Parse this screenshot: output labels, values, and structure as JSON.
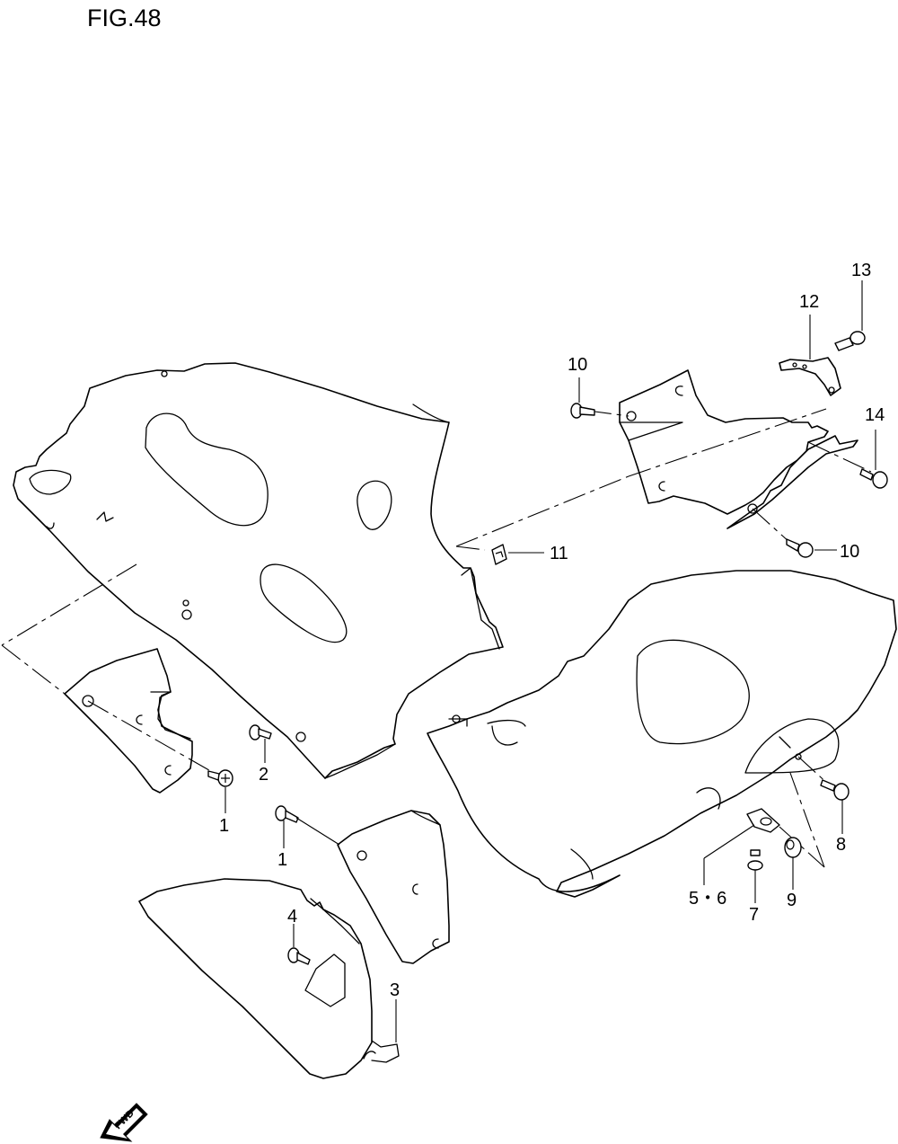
{
  "figure": {
    "title": "FIG.48",
    "fwd_label": "FWD"
  },
  "callouts": [
    {
      "id": "c1a",
      "text": "1"
    },
    {
      "id": "c1b",
      "text": "1"
    },
    {
      "id": "c2",
      "text": "2"
    },
    {
      "id": "c3",
      "text": "3"
    },
    {
      "id": "c4",
      "text": "4"
    },
    {
      "id": "c56",
      "text": "5・6"
    },
    {
      "id": "c7",
      "text": "7"
    },
    {
      "id": "c8",
      "text": "8"
    },
    {
      "id": "c9",
      "text": "9"
    },
    {
      "id": "c10a",
      "text": "10"
    },
    {
      "id": "c10b",
      "text": "10"
    },
    {
      "id": "c11",
      "text": "11"
    },
    {
      "id": "c12",
      "text": "12"
    },
    {
      "id": "c13",
      "text": "13"
    },
    {
      "id": "c14",
      "text": "14"
    }
  ]
}
